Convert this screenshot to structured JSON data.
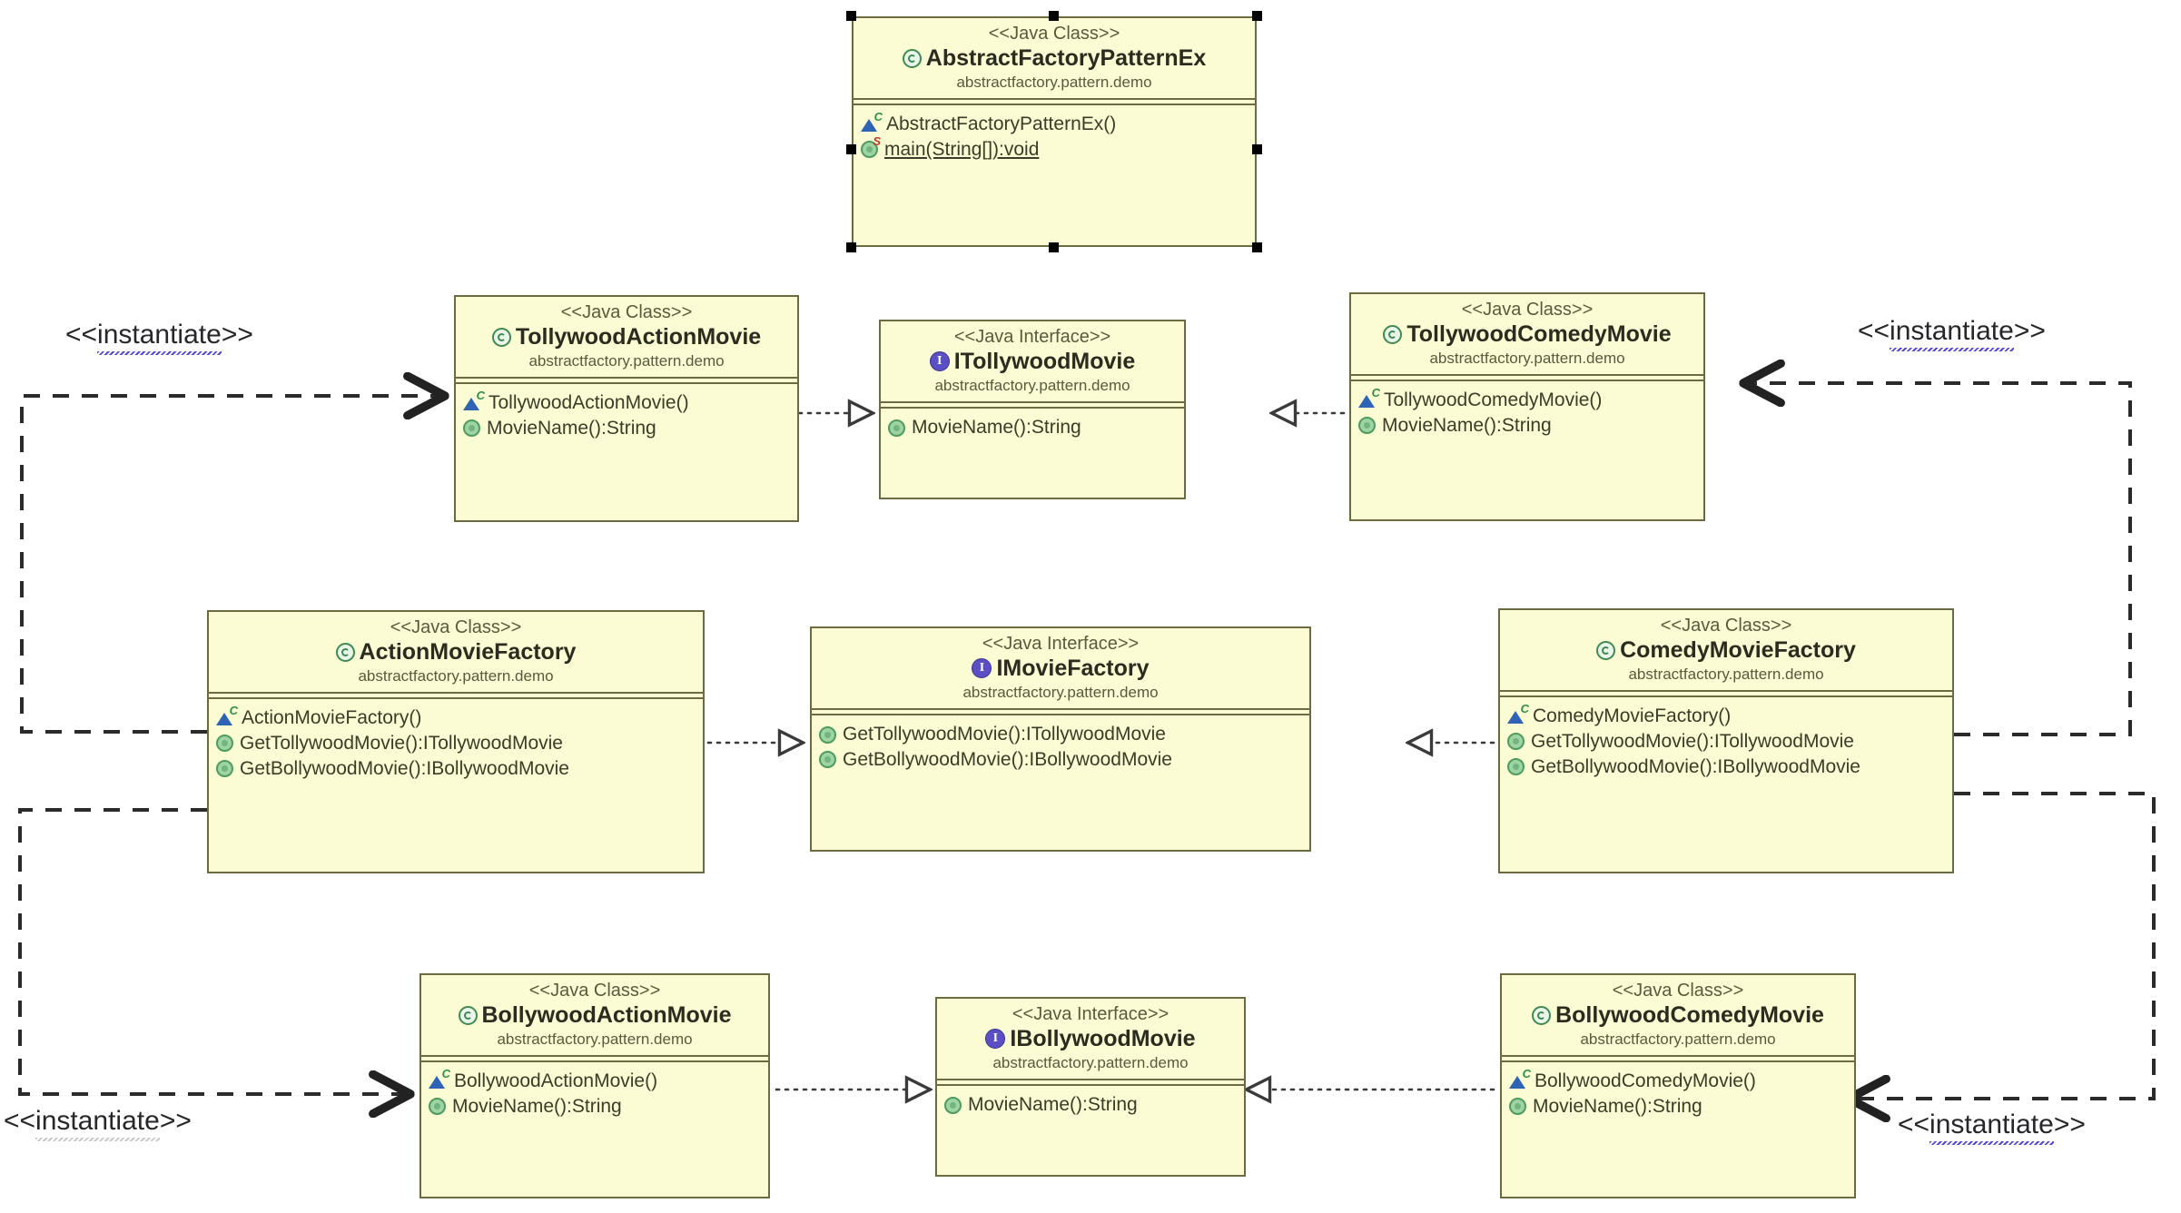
{
  "diagram": {
    "title": "Abstract Factory Pattern UML Class Diagram",
    "stereotype_class": "<<Java Class>>",
    "stereotype_interface": "<<Java Interface>>",
    "package": "abstractfactory.pattern.demo",
    "colors": {
      "box_fill": "#fbfbd4",
      "box_border": "#6b6b3f",
      "class_icon": "#3f8a4f",
      "interface_icon": "#5a4fc4",
      "ctor_icon": "#2f63b5",
      "method_icon": "#4e9c5c",
      "static_badge": "#c0392b",
      "connector": "#2b2b2b",
      "spellcheck_underline": "#4b3fd6",
      "canvas": "#ffffff"
    }
  },
  "boxes": [
    {
      "id": "abstractfactorypatternex",
      "kind": "class",
      "selected": true,
      "stereotype": "<<Java Class>>",
      "name": "AbstractFactoryPatternEx",
      "package": "abstractfactory.pattern.demo",
      "members": [
        {
          "icon": "constructor-icon",
          "text": "AbstractFactoryPatternEx()",
          "static": false
        },
        {
          "icon": "static-method-icon",
          "text": "main(String[]):void",
          "static": true
        }
      ]
    },
    {
      "id": "tollywoodactionmovie",
      "kind": "class",
      "selected": false,
      "stereotype": "<<Java Class>>",
      "name": "TollywoodActionMovie",
      "package": "abstractfactory.pattern.demo",
      "members": [
        {
          "icon": "constructor-icon",
          "text": "TollywoodActionMovie()",
          "static": false
        },
        {
          "icon": "method-icon",
          "text": "MovieName():String",
          "static": false
        }
      ]
    },
    {
      "id": "itollywoodmovie",
      "kind": "interface",
      "selected": false,
      "stereotype": "<<Java Interface>>",
      "name": "ITollywoodMovie",
      "package": "abstractfactory.pattern.demo",
      "members": [
        {
          "icon": "method-icon",
          "text": "MovieName():String",
          "static": false
        }
      ]
    },
    {
      "id": "tollywoodcomedymovie",
      "kind": "class",
      "selected": false,
      "stereotype": "<<Java Class>>",
      "name": "TollywoodComedyMovie",
      "package": "abstractfactory.pattern.demo",
      "members": [
        {
          "icon": "constructor-icon",
          "text": "TollywoodComedyMovie()",
          "static": false
        },
        {
          "icon": "method-icon",
          "text": "MovieName():String",
          "static": false
        }
      ]
    },
    {
      "id": "actionmoviefactory",
      "kind": "class",
      "selected": false,
      "stereotype": "<<Java Class>>",
      "name": "ActionMovieFactory",
      "package": "abstractfactory.pattern.demo",
      "members": [
        {
          "icon": "constructor-icon",
          "text": "ActionMovieFactory()",
          "static": false
        },
        {
          "icon": "method-icon",
          "text": "GetTollywoodMovie():ITollywoodMovie",
          "static": false
        },
        {
          "icon": "method-icon",
          "text": "GetBollywoodMovie():IBollywoodMovie",
          "static": false
        }
      ]
    },
    {
      "id": "imoviefactory",
      "kind": "interface",
      "selected": false,
      "stereotype": "<<Java Interface>>",
      "name": "IMovieFactory",
      "package": "abstractfactory.pattern.demo",
      "members": [
        {
          "icon": "method-icon",
          "text": "GetTollywoodMovie():ITollywoodMovie",
          "static": false
        },
        {
          "icon": "method-icon",
          "text": "GetBollywoodMovie():IBollywoodMovie",
          "static": false
        }
      ]
    },
    {
      "id": "comedymoviefactory",
      "kind": "class",
      "selected": false,
      "stereotype": "<<Java Class>>",
      "name": "ComedyMovieFactory",
      "package": "abstractfactory.pattern.demo",
      "members": [
        {
          "icon": "constructor-icon",
          "text": "ComedyMovieFactory()",
          "static": false
        },
        {
          "icon": "method-icon",
          "text": "GetTollywoodMovie():ITollywoodMovie",
          "static": false
        },
        {
          "icon": "method-icon",
          "text": "GetBollywoodMovie():IBollywoodMovie",
          "static": false
        }
      ]
    },
    {
      "id": "bollywoodactionmovie",
      "kind": "class",
      "selected": false,
      "stereotype": "<<Java Class>>",
      "name": "BollywoodActionMovie",
      "package": "abstractfactory.pattern.demo",
      "members": [
        {
          "icon": "constructor-icon",
          "text": "BollywoodActionMovie()",
          "static": false
        },
        {
          "icon": "method-icon",
          "text": "MovieName():String",
          "static": false
        }
      ]
    },
    {
      "id": "ibollywoodmovie",
      "kind": "interface",
      "selected": false,
      "stereotype": "<<Java Interface>>",
      "name": "IBollywoodMovie",
      "package": "abstractfactory.pattern.demo",
      "members": [
        {
          "icon": "method-icon",
          "text": "MovieName():String",
          "static": false
        }
      ]
    },
    {
      "id": "bollywoodcomedymovie",
      "kind": "class",
      "selected": false,
      "stereotype": "<<Java Class>>",
      "name": "BollywoodComedyMovie",
      "package": "abstractfactory.pattern.demo",
      "members": [
        {
          "icon": "constructor-icon",
          "text": "BollywoodComedyMovie()",
          "static": false
        },
        {
          "icon": "method-icon",
          "text": "MovieName():String",
          "static": false
        }
      ]
    }
  ],
  "labels": {
    "instantiate_top_left": "<<instantiate>>",
    "instantiate_top_right": "<<instantiate>>",
    "instantiate_bottom_left": "<<instantiate>>",
    "instantiate_bottom_right": "<<instantiate>>",
    "prefix": "<<",
    "word": "instantiate",
    "suffix": ">>"
  },
  "relationships": [
    {
      "type": "realization",
      "from": "TollywoodActionMovie",
      "to": "ITollywoodMovie"
    },
    {
      "type": "realization",
      "from": "TollywoodComedyMovie",
      "to": "ITollywoodMovie"
    },
    {
      "type": "realization",
      "from": "ActionMovieFactory",
      "to": "IMovieFactory"
    },
    {
      "type": "realization",
      "from": "ComedyMovieFactory",
      "to": "IMovieFactory"
    },
    {
      "type": "realization",
      "from": "BollywoodActionMovie",
      "to": "IBollywoodMovie"
    },
    {
      "type": "realization",
      "from": "BollywoodComedyMovie",
      "to": "IBollywoodMovie"
    },
    {
      "type": "instantiate",
      "from": "ActionMovieFactory",
      "to": "TollywoodActionMovie"
    },
    {
      "type": "instantiate",
      "from": "ActionMovieFactory",
      "to": "BollywoodActionMovie"
    },
    {
      "type": "instantiate",
      "from": "ComedyMovieFactory",
      "to": "TollywoodComedyMovie"
    },
    {
      "type": "instantiate",
      "from": "ComedyMovieFactory",
      "to": "BollywoodComedyMovie"
    }
  ]
}
